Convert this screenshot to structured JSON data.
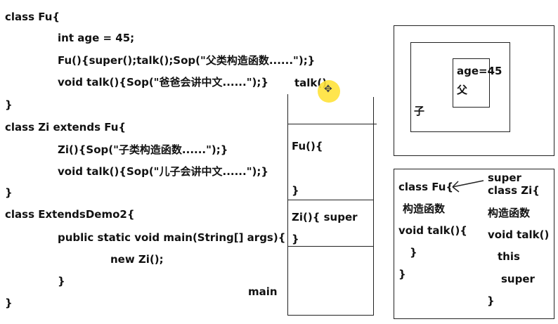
{
  "code": {
    "fu_class": "class Fu{",
    "fu_age": "int age = 45;",
    "fu_ctor": "Fu(){super();talk();Sop(\"父类构造函数......\");}",
    "fu_talk": "void talk(){Sop(\"爸爸会讲中文......\");}",
    "fu_close": "}",
    "zi_class": "class Zi extends Fu{",
    "zi_ctor": "Zi(){Sop(\"子类构造函数......\");}",
    "zi_talk": "void talk(){Sop(\"儿子会讲中文......\");}",
    "zi_close": "}",
    "demo_class": "class ExtendsDemo2{",
    "main_sig": "public static void main(String[] args){",
    "new_zi": "new Zi();",
    "main_close": "}",
    "demo_close": "}"
  },
  "stack": {
    "talk_label": "talk()",
    "fu_frame_open": "Fu(){",
    "fu_frame_close": "}",
    "zi_frame_open": "Zi(){ super",
    "zi_frame_close": "}",
    "main_label": "main"
  },
  "heap": {
    "age_field": "age=45",
    "fu_part": "父",
    "zi_part": "子"
  },
  "summary": {
    "fu_class": "class Fu{",
    "fu_ctor": "构造函数",
    "fu_talk": "void talk(){",
    "fu_talk_close": "}",
    "fu_close": "}",
    "super_note": "super",
    "zi_class": "class Zi{",
    "zi_ctor": "构造函数",
    "zi_talk": "void talk()",
    "this_kw": "this",
    "super_kw": "super",
    "zi_close": "}"
  },
  "cursor_icon": "move-cursor-icon",
  "colors": {
    "cursor_highlight": "#ffe23a",
    "ink": "#111111"
  }
}
